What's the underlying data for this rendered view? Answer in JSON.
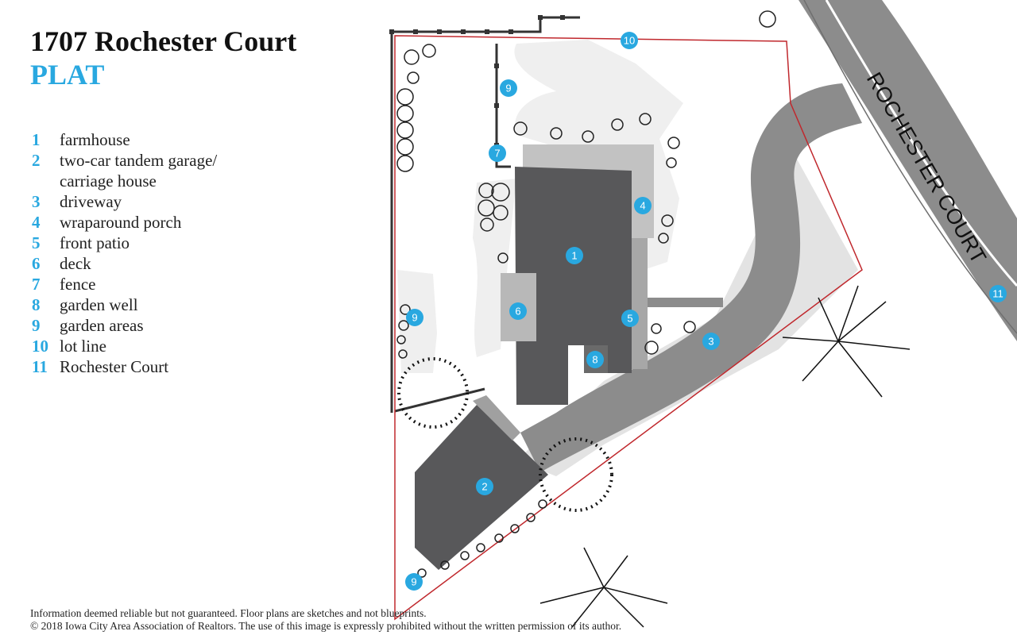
{
  "header": {
    "title": "1707 Rochester Court",
    "subtitle": "PLAT"
  },
  "legend": [
    {
      "num": "1",
      "label": "farmhouse"
    },
    {
      "num": "2",
      "label": "two-car tandem garage/"
    },
    {
      "num": "",
      "label": "carriage house"
    },
    {
      "num": "3",
      "label": "driveway"
    },
    {
      "num": "4",
      "label": "wraparound porch"
    },
    {
      "num": "5",
      "label": "front patio"
    },
    {
      "num": "6",
      "label": "deck"
    },
    {
      "num": "7",
      "label": "fence"
    },
    {
      "num": "8",
      "label": "garden well"
    },
    {
      "num": "9",
      "label": "garden areas"
    },
    {
      "num": "10",
      "label": "lot line"
    },
    {
      "num": "11",
      "label": "Rochester Court"
    }
  ],
  "map": {
    "street_label": "ROCHESTER COURT",
    "markers": [
      "1",
      "2",
      "3",
      "4",
      "5",
      "6",
      "7",
      "8",
      "9",
      "9",
      "9",
      "10",
      "11"
    ]
  },
  "footer": {
    "line1": "Information deemed reliable but not guaranteed. Floor plans are sketches and not blueprints.",
    "line2": "© 2018 Iowa City Area Association of Realtors. The use of  this image is expressly prohibited without the written permission of its author."
  },
  "colors": {
    "accent": "#29a8e0",
    "building": "#58585a",
    "road": "#8c8c8c",
    "porch": "#c2c2c2",
    "lot_line": "#c0282d"
  }
}
